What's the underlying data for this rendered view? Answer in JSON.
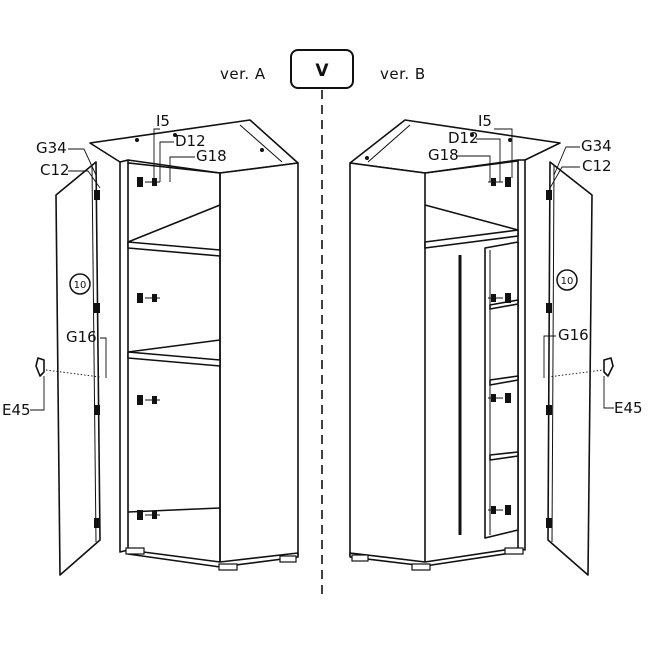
{
  "step": {
    "label": "V"
  },
  "variants": {
    "a": "ver. A",
    "b": "ver. B"
  },
  "part_labels": {
    "i5": "I5",
    "d12": "D12",
    "g18": "G18",
    "g34": "G34",
    "c12": "C12",
    "g16": "G16",
    "e45": "E45",
    "door_number": "10"
  },
  "colors": {
    "line": "#111111",
    "background": "#ffffff"
  }
}
